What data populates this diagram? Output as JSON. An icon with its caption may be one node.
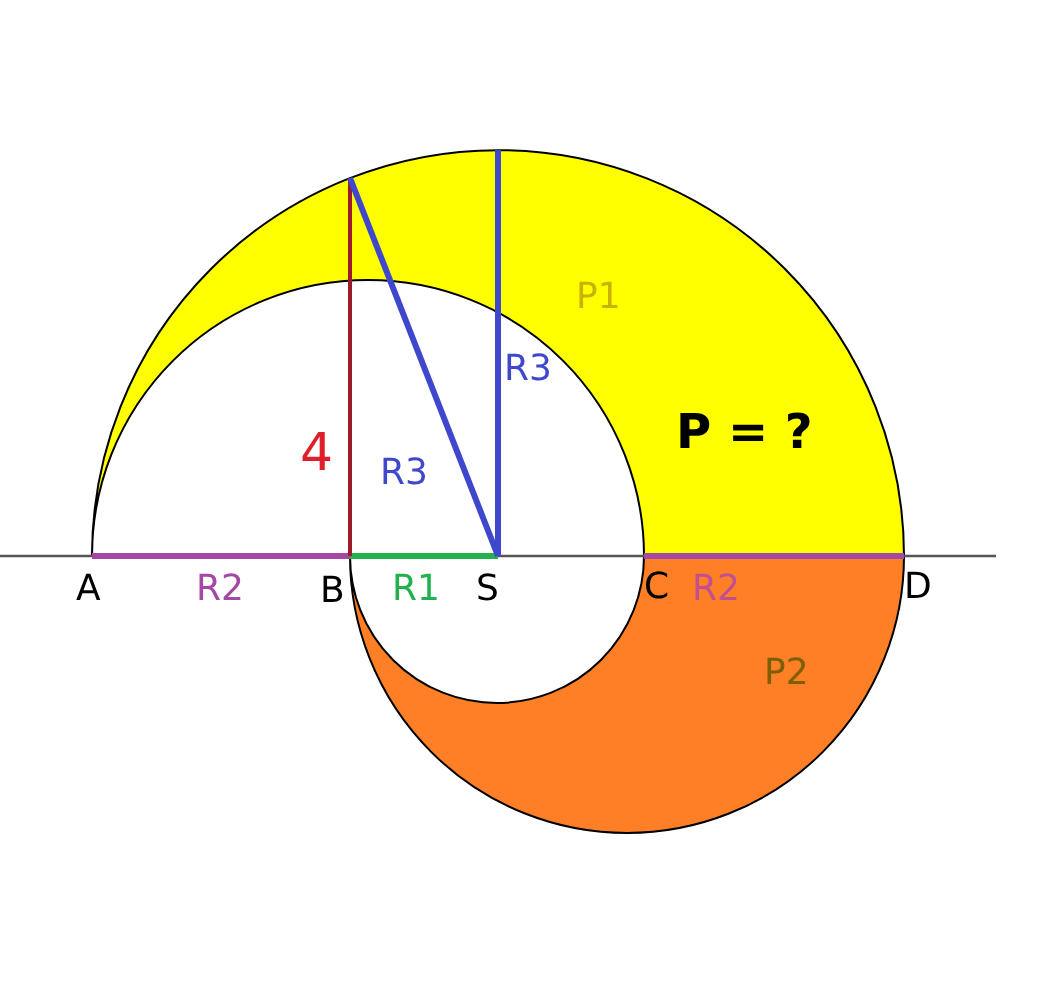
{
  "diagram": {
    "labels": [
      "P1",
      "R3",
      "P = ?",
      "4",
      "R3",
      "A",
      "R2",
      "B",
      "R1",
      "S",
      "C",
      "R2",
      "D",
      "P2"
    ]
  }
}
